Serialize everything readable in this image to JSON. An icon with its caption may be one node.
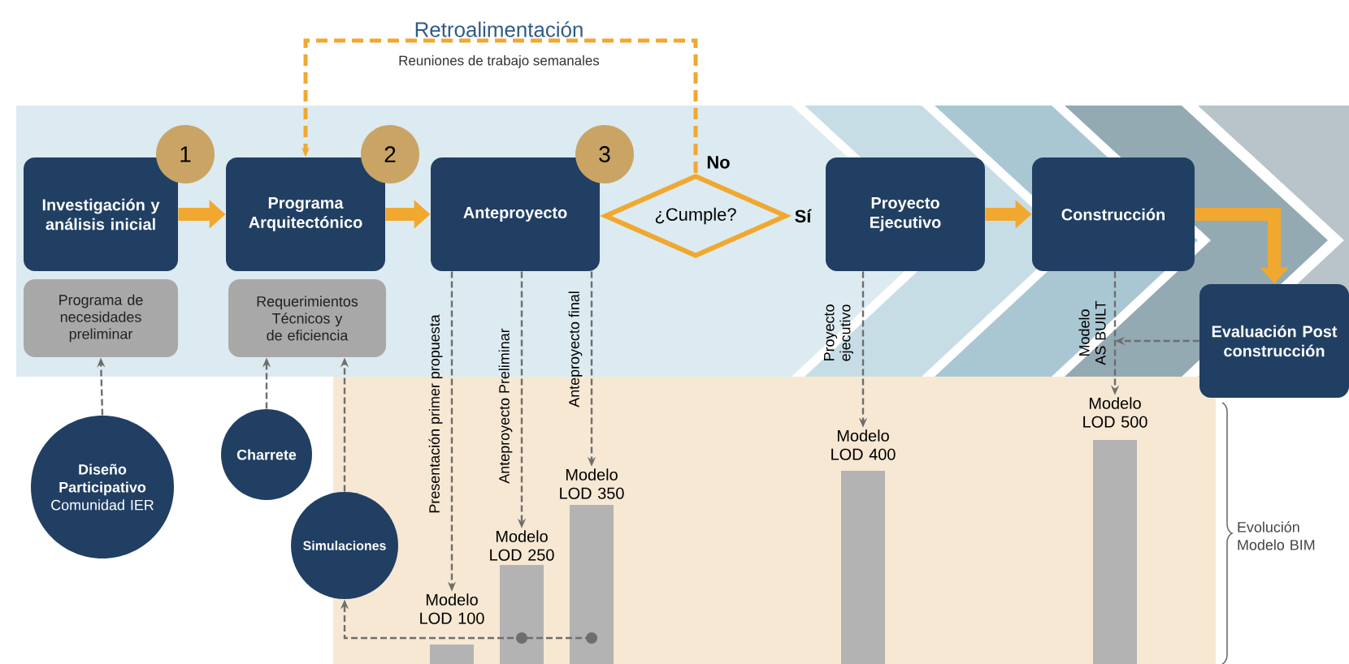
{
  "diagram": {
    "nodes": [
      {
        "text": [
          "Investigación y análisis inicial"
        ]
      },
      {
        "text": [
          "Programa Arquitectónico"
        ]
      },
      {
        "text": [
          "Anteproyecto"
        ]
      },
      {
        "text": [
          "¿Cumple?"
        ]
      },
      {
        "text": [
          "Proyecto Ejecutivo"
        ]
      },
      {
        "text": [
          "Construcción"
        ]
      },
      {
        "text": [
          "Evaluación Post construcción"
        ]
      },
      {
        "text": [
          "Programa de necesidades preliminar"
        ]
      },
      {
        "text": [
          "Requerimientos Técnicos y de eficiencia"
        ]
      },
      {
        "text": [
          "Diseño Participativo",
          "Comunidad IER"
        ]
      },
      {
        "text": [
          "Charrete"
        ]
      },
      {
        "text": [
          "Simulaciones"
        ]
      },
      {
        "text": [
          "Modelo LOD 100"
        ]
      },
      {
        "text": [
          "Modelo LOD 250"
        ]
      },
      {
        "text": [
          "Modelo LOD 350"
        ]
      },
      {
        "text": [
          "Modelo LOD 400"
        ]
      },
      {
        "text": [
          "Modelo LOD 500"
        ]
      },
      {
        "text": [
          "1"
        ]
      },
      {
        "text": [
          "2"
        ]
      },
      {
        "text": [
          "3"
        ]
      }
    ],
    "edges": [
      {
        "from": 0,
        "to": 1,
        "arrow": "to",
        "style": "thick",
        "color": "#f0a830"
      },
      {
        "from": 1,
        "to": 2,
        "arrow": "to",
        "style": "thick",
        "color": "#f0a830"
      },
      {
        "from": 3,
        "to": 1,
        "arrow": "to",
        "label": "No",
        "style": "dashed",
        "color": "#f0a830"
      },
      {
        "from": 4,
        "to": 5,
        "arrow": "to",
        "style": "thick",
        "color": "#f0a830"
      },
      {
        "from": 5,
        "to": 6,
        "arrow": "to",
        "style": "thick",
        "color": "#f0a830"
      },
      {
        "from": 9,
        "to": 7,
        "arrow": "to",
        "style": "dashed"
      },
      {
        "from": 10,
        "to": 8,
        "arrow": "to",
        "style": "dashed"
      },
      {
        "from": 11,
        "to": 8,
        "arrow": "to",
        "style": "dashed"
      },
      {
        "from": 2,
        "to": 12,
        "arrow": "to",
        "label": "Presentación primer propuesta",
        "style": "dashed"
      },
      {
        "from": 2,
        "to": 13,
        "arrow": "to",
        "label": "Anteproyecto Preliminar",
        "style": "dashed"
      },
      {
        "from": 2,
        "to": 14,
        "arrow": "to",
        "label": "Anteproyecto final",
        "style": "dashed"
      },
      {
        "from": 4,
        "to": 15,
        "arrow": "to",
        "label": "Proyecto ejecutivo",
        "style": "dashed"
      },
      {
        "from": 5,
        "to": 16,
        "arrow": "to",
        "label": "Modelo AS BUILT",
        "style": "dashed"
      },
      {
        "from": 6,
        "to": 16,
        "arrow": "to",
        "style": "dashed"
      },
      {
        "from": 14,
        "to": 11,
        "arrow": "to",
        "style": "dashed"
      },
      {
        "from": 13,
        "to": 11,
        "arrow": "to",
        "style": "dashed"
      }
    ],
    "labels": [
      "Retroalimentación",
      "Reuniones de trabajo semanales",
      "Sí",
      "Evolución Modelo BIM"
    ]
  }
}
